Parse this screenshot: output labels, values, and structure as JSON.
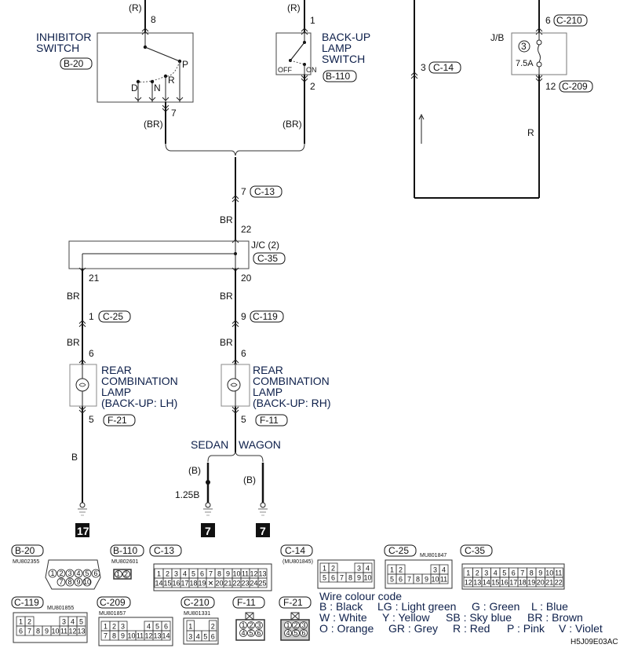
{
  "diagram": {
    "inhibitor_switch": {
      "title_line1": "INHIBITOR",
      "title_line2": "SWITCH",
      "connector": "B-20",
      "input_wire": "(R)",
      "input_pin": "8",
      "output_pin": "7",
      "output_wire": "(BR)",
      "positions": [
        "D",
        "N",
        "R",
        "P"
      ]
    },
    "backup_lamp_switch": {
      "title_line1": "BACK-UP",
      "title_line2": "LAMP",
      "title_line3": "SWITCH",
      "connector": "B-110",
      "input_wire": "(R)",
      "input_pin": "1",
      "output_pin": "2",
      "output_wire": "(BR)",
      "off_label": "OFF",
      "on_label": "ON"
    },
    "junction_block": {
      "label": "J/B",
      "fuse_number": "3",
      "fuse_rating": "7.5A",
      "input_pin": "6",
      "input_connector": "C-210",
      "output_pin": "12",
      "output_connector": "C-209",
      "output_wire": "R"
    },
    "c14": {
      "pin": "3",
      "connector": "C-14"
    },
    "c13": {
      "pin": "7",
      "connector": "C-13",
      "wire": "BR"
    },
    "joint_connector": {
      "label": "J/C (2)",
      "connector": "C-35",
      "in_pin": "22",
      "out_left_pin": "21",
      "out_right_pin": "20"
    },
    "left_branch": {
      "wire1": "BR",
      "pin1": "1",
      "connector1": "C-25",
      "wire2": "BR",
      "lamp_in_pin": "6",
      "lamp_line1": "REAR",
      "lamp_line2": "COMBINATION",
      "lamp_line3": "LAMP",
      "lamp_line4": "(BACK-UP: LH)",
      "lamp_out_pin": "5",
      "lamp_connector": "F-21",
      "ground_wire": "B",
      "ground_number": "17"
    },
    "right_branch": {
      "wire1": "BR",
      "pin1": "9",
      "connector1": "C-119",
      "wire2": "BR",
      "lamp_in_pin": "6",
      "lamp_line1": "REAR",
      "lamp_line2": "COMBINATION",
      "lamp_line3": "LAMP",
      "lamp_line4": "(BACK-UP: RH)",
      "lamp_out_pin": "5",
      "lamp_connector": "F-11",
      "sedan_label": "SEDAN",
      "wagon_label": "WAGON",
      "sedan_wire": "(B)",
      "sedan_wire_size": "1.25B",
      "wagon_wire": "(B)",
      "sedan_ground": "7",
      "wagon_ground": "7"
    },
    "connectors": {
      "b20": {
        "name": "B-20",
        "part": "MU802355"
      },
      "b110": {
        "name": "B-110",
        "part": "MU802601"
      },
      "c13": {
        "name": "C-13"
      },
      "c14": {
        "name": "C-14",
        "part": "(MU801845)"
      },
      "c25": {
        "name": "C-25",
        "part": "MU801847"
      },
      "c35": {
        "name": "C-35"
      },
      "c119": {
        "name": "C-119",
        "part": "MU801855"
      },
      "c209": {
        "name": "C-209",
        "part": "MU801857"
      },
      "c210": {
        "name": "C-210",
        "part": "MU801331"
      },
      "f11": {
        "name": "F-11"
      },
      "f21": {
        "name": "F-21"
      }
    },
    "wire_colour_code": {
      "title": "Wire colour code",
      "row1": [
        "B : Black",
        "LG : Light green",
        "G : Green",
        "L : Blue"
      ],
      "row2": [
        "W : White",
        "Y : Yellow",
        "SB : Sky blue",
        "BR : Brown"
      ],
      "row3": [
        "O : Orange",
        "GR : Grey",
        "R : Red",
        "P : Pink",
        "V : Violet"
      ]
    },
    "figure_code": "H5J09E03AC"
  }
}
